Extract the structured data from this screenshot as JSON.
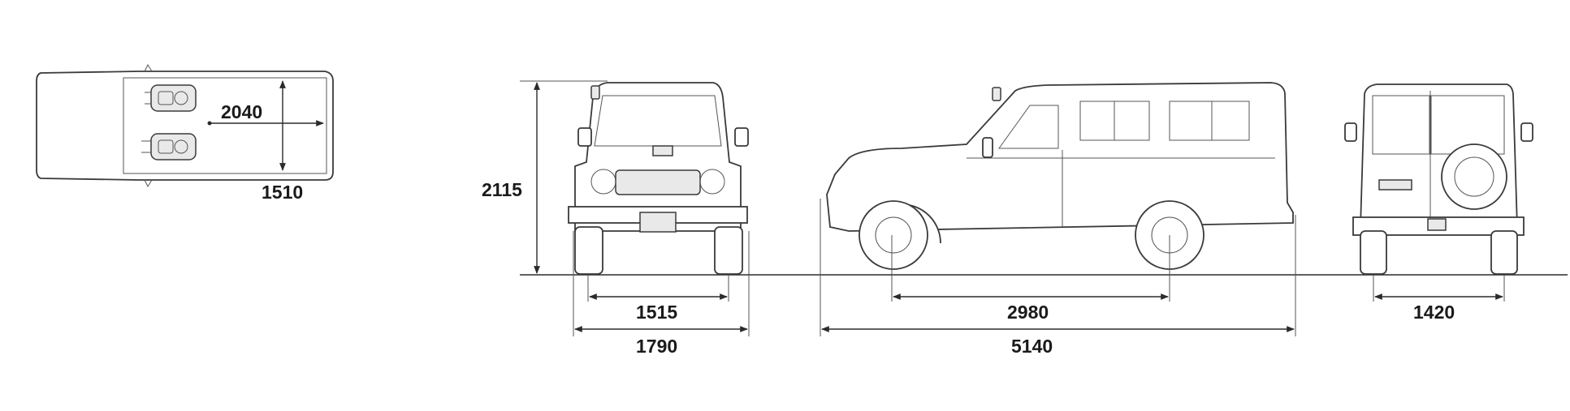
{
  "dimensions": {
    "cargo_length": "2040",
    "cargo_width": "1510",
    "overall_height": "2115",
    "front_track": "1515",
    "overall_width": "1790",
    "wheelbase": "2980",
    "overall_length": "5140",
    "rear_track": "1420"
  },
  "colors": {
    "line": "#2b2b2b",
    "text": "#1a1a1a",
    "background": "#ffffff"
  },
  "icons": [
    "arrowhead-icon",
    "stretcher-icon",
    "warning-light-icon",
    "spare-wheel-icon"
  ]
}
